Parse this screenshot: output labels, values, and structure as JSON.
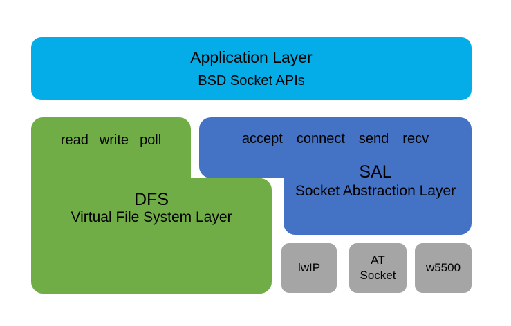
{
  "diagram": {
    "title": "RT-Thread network stack layering diagram",
    "background": "#ffffff",
    "colors": {
      "application": "#04ADE8",
      "dfs": "#70AD47",
      "sal": "#4472C4",
      "driver": "#A5A5A5",
      "text": "#000000"
    }
  },
  "application_layer": {
    "title": "Application Layer",
    "subtitle": "BSD Socket APIs"
  },
  "dfs_layer": {
    "operations": [
      "read",
      "write",
      "poll"
    ],
    "name": "DFS",
    "description": "Virtual File System Layer"
  },
  "sal_layer": {
    "operations": [
      "accept",
      "connect",
      "send",
      "recv"
    ],
    "name": "SAL",
    "description": "Socket Abstraction Layer"
  },
  "drivers": [
    {
      "label": "lwIP"
    },
    {
      "label": "AT\nSocket"
    },
    {
      "label": "w5500"
    }
  ]
}
